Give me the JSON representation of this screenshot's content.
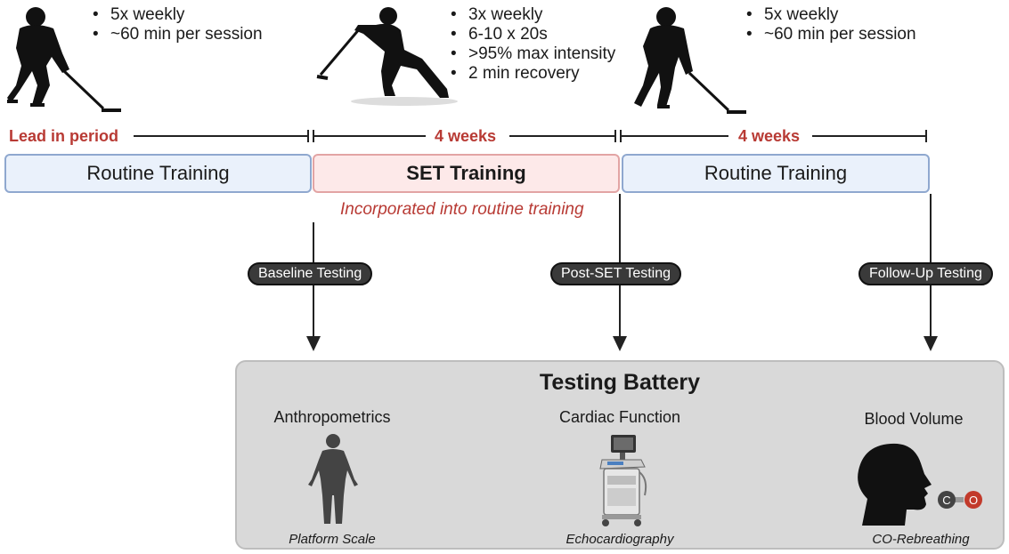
{
  "phases": [
    {
      "period_label": "Lead in period",
      "box_label": "Routine Training",
      "bullets": [
        "5x weekly",
        "~60 min per session"
      ]
    },
    {
      "period_label": "4 weeks",
      "box_label": "SET Training",
      "bullets": [
        "3x weekly",
        "6-10 x 20s",
        ">95% max intensity",
        "2 min recovery"
      ],
      "note": "Incorporated into routine training"
    },
    {
      "period_label": "4 weeks",
      "box_label": "Routine Training",
      "bullets": [
        "5x weekly",
        "~60 min per session"
      ]
    }
  ],
  "tests": [
    "Baseline Testing",
    "Post-SET Testing",
    "Follow-Up Testing"
  ],
  "battery": {
    "title": "Testing Battery",
    "categories": [
      {
        "name": "Anthropometrics",
        "method": "Platform Scale",
        "icon": "human-body-icon"
      },
      {
        "name": "Cardiac Function",
        "method": "Echocardiography",
        "icon": "ultrasound-machine-icon"
      },
      {
        "name": "Blood Volume",
        "method": "CO-Rebreathing",
        "icon": "head-co-molecule-icon"
      }
    ]
  },
  "co_molecule": {
    "left_atom": "C",
    "right_atom": "O"
  },
  "colors": {
    "accent_red": "#b83a34",
    "routine_fill": "#eaf1fb",
    "routine_border": "#8fa8cf",
    "set_fill": "#fde9e9",
    "set_border": "#e2a4a4",
    "battery_fill": "#d9d9d9",
    "pill_fill": "#3a3a3a"
  }
}
